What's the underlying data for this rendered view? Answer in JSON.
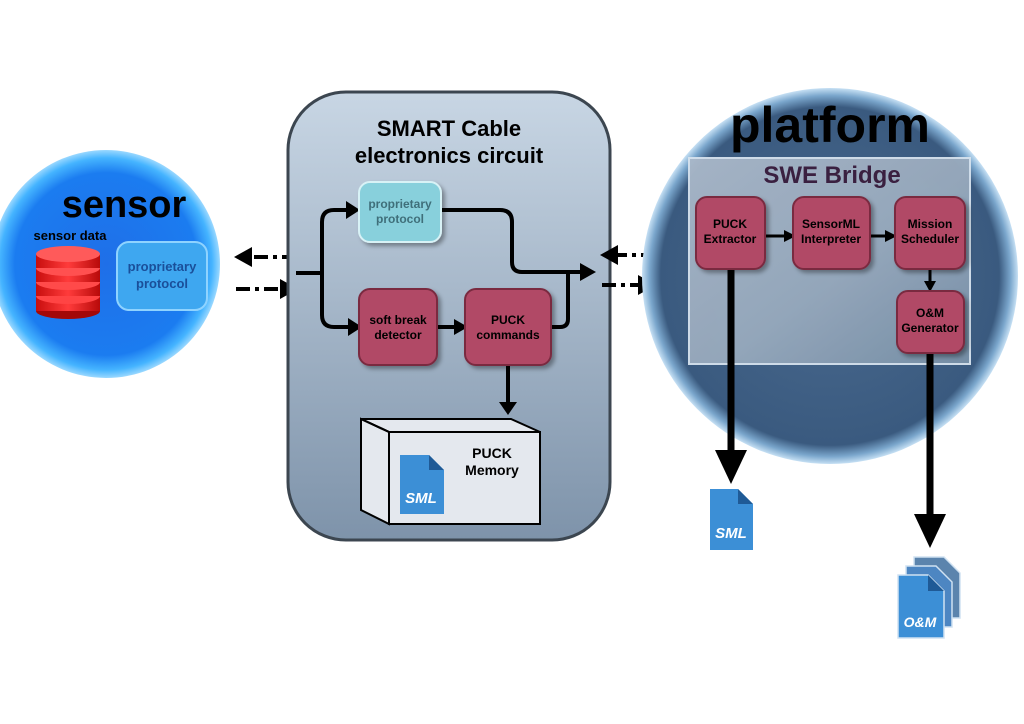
{
  "sensor": {
    "title": "sensor",
    "data_label": "sensor data",
    "protocol_line1": "proprietary",
    "protocol_line2": "protocol"
  },
  "cable": {
    "title_line1": "SMART Cable",
    "title_line2": "electronics circuit",
    "protocol_line1": "proprietary",
    "protocol_line2": "protocol",
    "softbreak_line1": "soft break",
    "softbreak_line2": "detector",
    "puck_cmd_line1": "PUCK",
    "puck_cmd_line2": "commands",
    "memory_line1": "PUCK",
    "memory_line2": "Memory",
    "sml_doc_label": "SML"
  },
  "platform": {
    "title": "platform",
    "bridge_title": "SWE Bridge",
    "extractor_line1": "PUCK",
    "extractor_line2": "Extractor",
    "interpreter_line1": "SensorML",
    "interpreter_line2": "Interpreter",
    "scheduler_line1": "Mission",
    "scheduler_line2": "Scheduler",
    "generator_line1": "O&M",
    "generator_line2": "Generator"
  },
  "outputs": {
    "sml_label": "SML",
    "om_label": "O&M"
  },
  "colors": {
    "sensor_blue": "#1e90ff",
    "box_maroon": "#b14a66",
    "panel_gray": "#8fa3b8",
    "platform_navy": "#3f5d80",
    "doc_blue": "#3c8fd6"
  }
}
